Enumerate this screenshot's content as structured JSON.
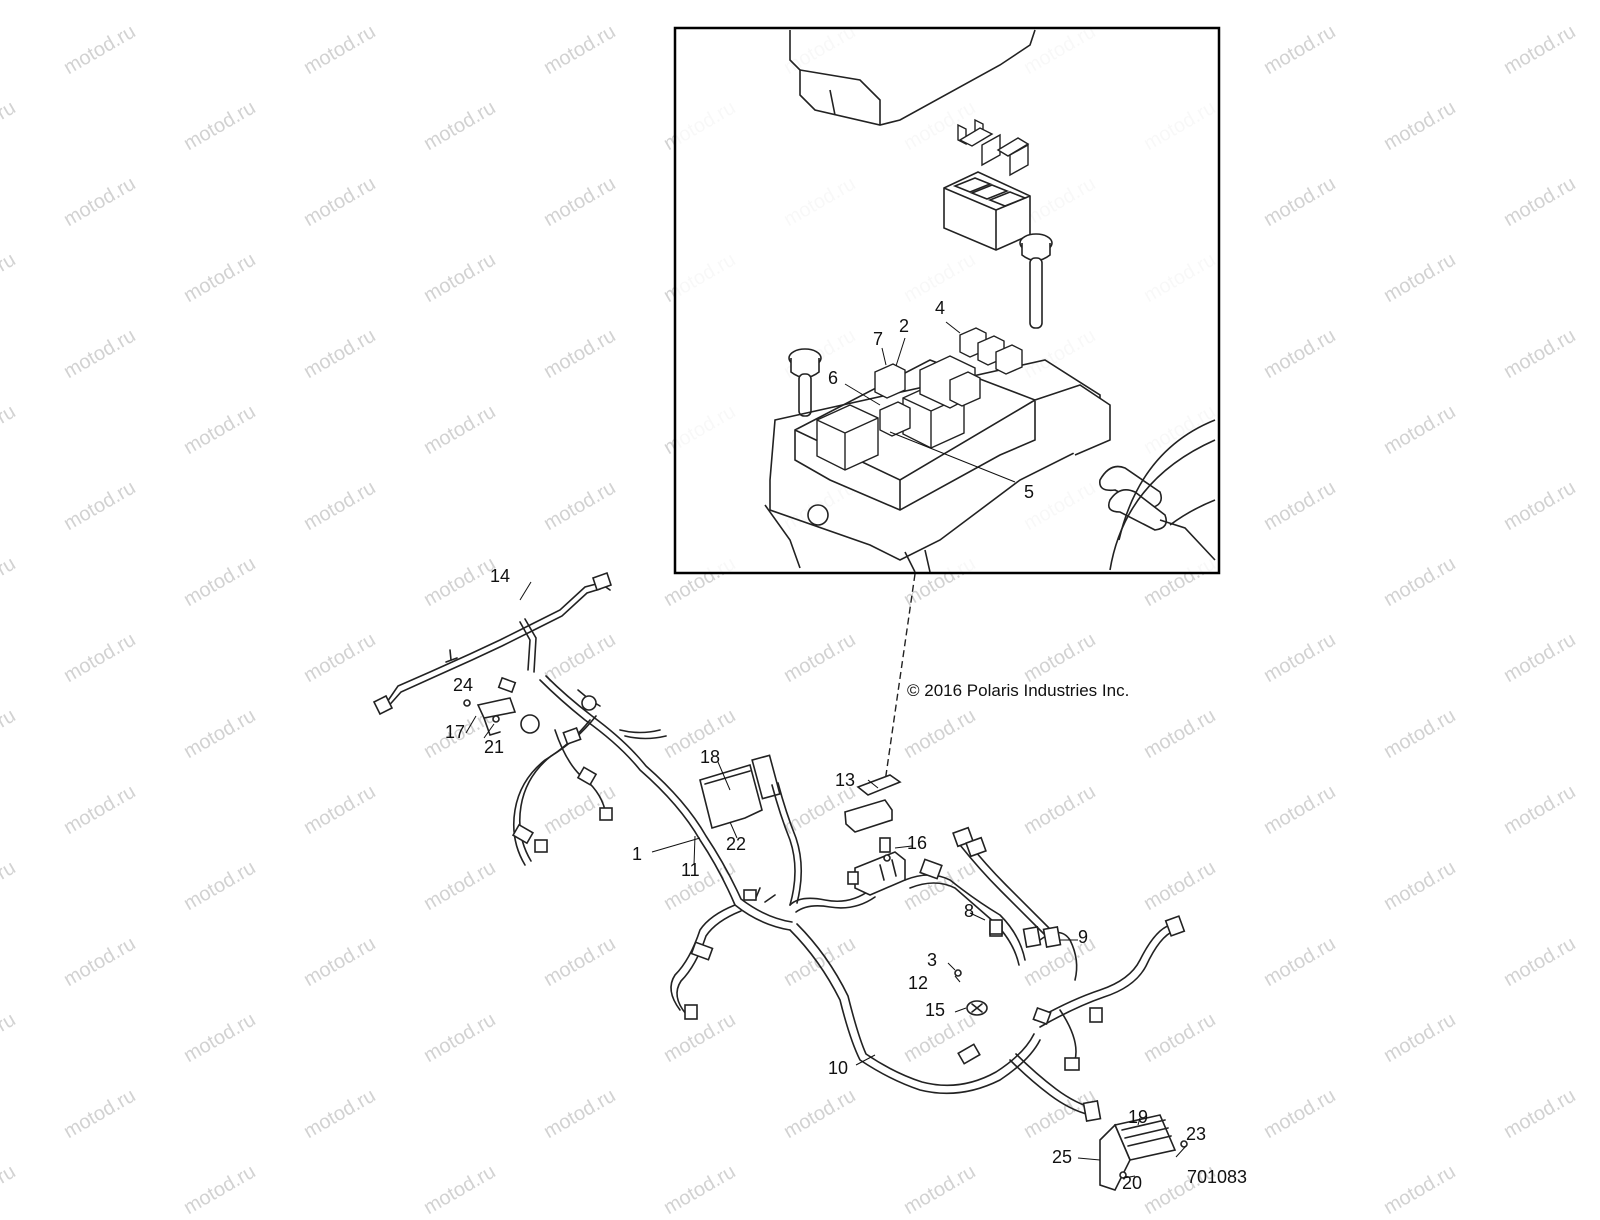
{
  "watermark": {
    "text": "motod.ru",
    "color": "#d2d2d2"
  },
  "copyright": "© 2016 Polaris Industries Inc.",
  "diagram_ref": "701083",
  "callouts": [
    "1",
    "2",
    "3",
    "4",
    "5",
    "6",
    "7",
    "8",
    "9",
    "10",
    "11",
    "12",
    "13",
    "14",
    "15",
    "16",
    "17",
    "18",
    "19",
    "20",
    "21",
    "22",
    "23",
    "24",
    "25"
  ],
  "inset": {
    "border_color": "#000000"
  },
  "line_color": "#222222"
}
